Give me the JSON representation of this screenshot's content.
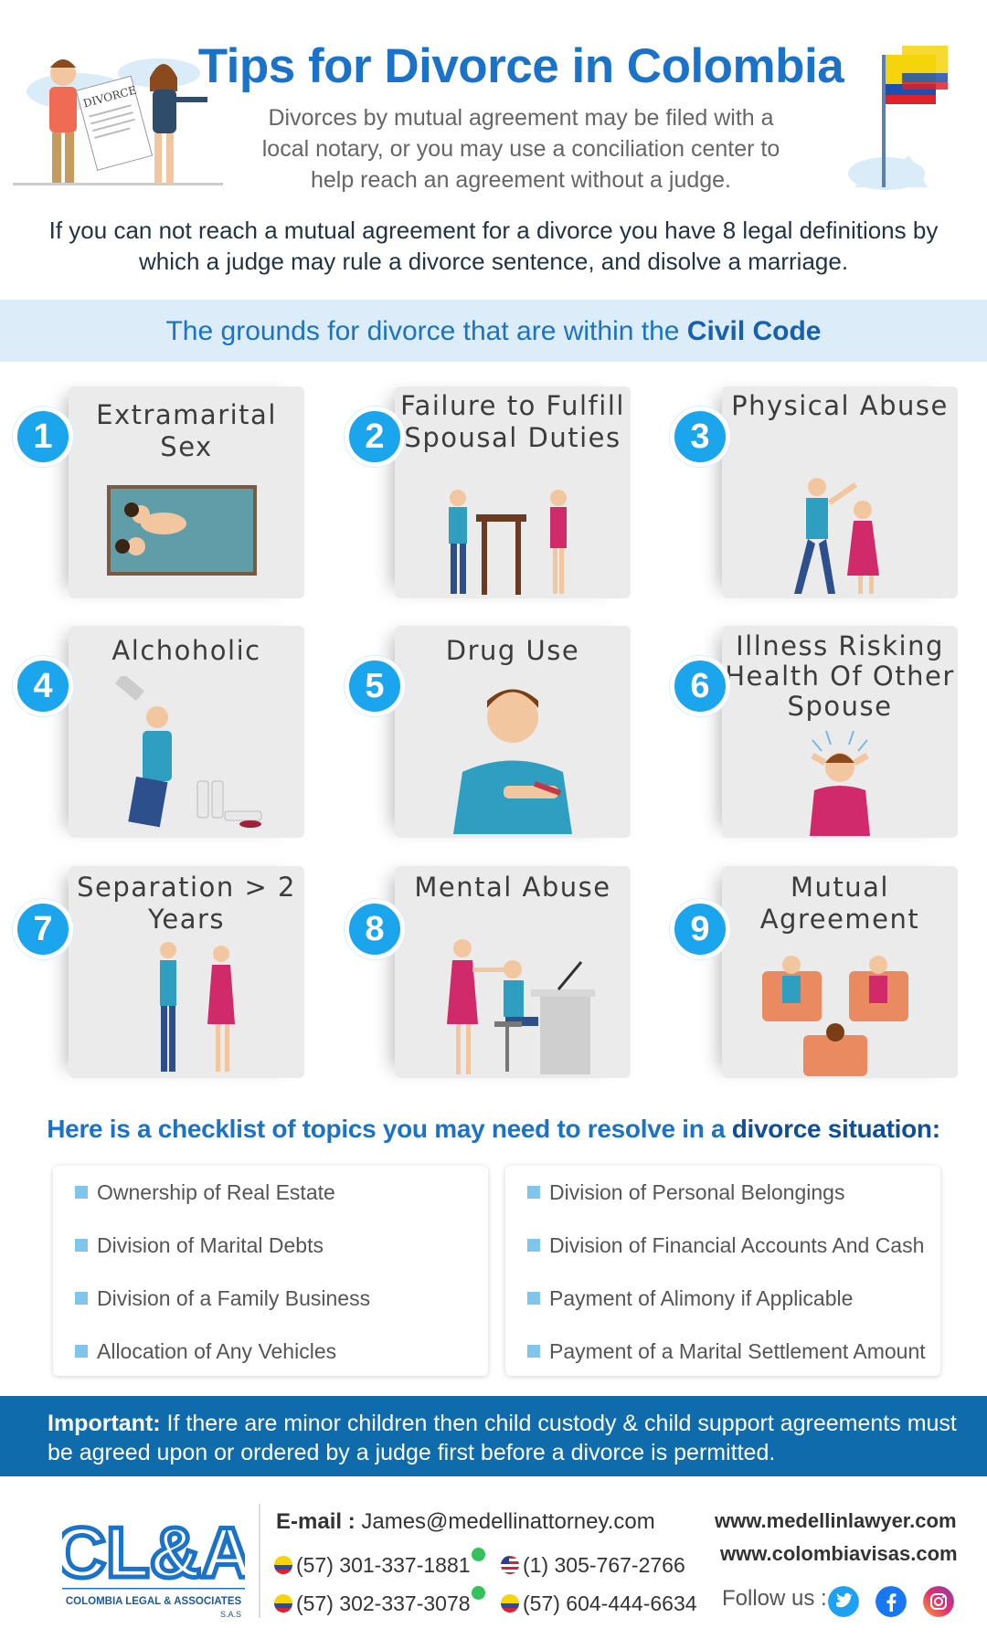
{
  "header": {
    "title": "Tips for Divorce in Colombia",
    "lead": "Divorces by mutual agreement may be filed with a local notary, or you may use a conciliation center to help reach an agreement without a judge.",
    "intro": "If you can not reach a mutual agreement for a divorce you have 8 legal definitions by which a judge may rule a divorce sentence, and disolve a marriage.",
    "document_label": "DIVORCE"
  },
  "band": {
    "text": "The grounds for divorce that are within the ",
    "emphasis": "Civil Code"
  },
  "grounds": [
    {
      "number": "1",
      "title": "Extramarital Sex",
      "icon": "bed-couple-icon"
    },
    {
      "number": "2",
      "title": "Failure to Fulfill Spousal Duties",
      "icon": "arguing-couple-icon"
    },
    {
      "number": "3",
      "title": "Physical Abuse",
      "icon": "abuse-icon"
    },
    {
      "number": "4",
      "title": "Alchoholic",
      "icon": "drinking-icon"
    },
    {
      "number": "5",
      "title": "Drug Use",
      "icon": "syringe-icon"
    },
    {
      "number": "6",
      "title": "Illness Risking Health Of Other Spouse",
      "icon": "headache-icon"
    },
    {
      "number": "7",
      "title": "Separation > 2 Years",
      "icon": "separated-couple-icon"
    },
    {
      "number": "8",
      "title": "Mental Abuse",
      "icon": "yelling-icon"
    },
    {
      "number": "9",
      "title": "Mutual Agreement",
      "icon": "mediation-icon"
    }
  ],
  "checklist": {
    "title": "Here is a checklist of topics you may need to resolve in a ",
    "emphasis": "divorce situation:",
    "left": [
      "Ownership of Real Estate",
      "Division of Marital Debts",
      "Division of a Family Business",
      "Allocation of Any Vehicles"
    ],
    "right": [
      "Division of Personal Belongings",
      "Division of Financial Accounts And Cash",
      "Payment of Alimony if Applicable",
      "Payment of a Marital Settlement Amount"
    ]
  },
  "important": {
    "label": "Important:",
    "text": " If there are minor children then child custody & child support agreements must be agreed upon or ordered by a judge first before  a divorce is permitted."
  },
  "footer": {
    "logo_text": "CL&A",
    "logo_caption": "COLOMBIA LEGAL & ASSOCIATES",
    "logo_sub": "S.A.S",
    "email_label": "E-mail :",
    "email": " James@medellinattorney.com",
    "phones": [
      {
        "flag": "co",
        "number": "(57) 301-337-1881",
        "whatsapp": true
      },
      {
        "flag": "us",
        "number": "(1) 305-767-2766",
        "whatsapp": false
      },
      {
        "flag": "co",
        "number": "(57) 302-337-3078",
        "whatsapp": true
      },
      {
        "flag": "co",
        "number": "(57) 604-444-6634",
        "whatsapp": false
      }
    ],
    "websites": [
      "www.medellinlawyer.com",
      "www.colombiavisas.com"
    ],
    "follow": "Follow us :",
    "social": [
      "twitter-icon",
      "facebook-icon",
      "instagram-icon"
    ]
  },
  "colors": {
    "accent": "#1a73c8",
    "number_badge": "#1aa5ec",
    "band": "#dcecf8",
    "important_bg": "#0f6bab"
  }
}
